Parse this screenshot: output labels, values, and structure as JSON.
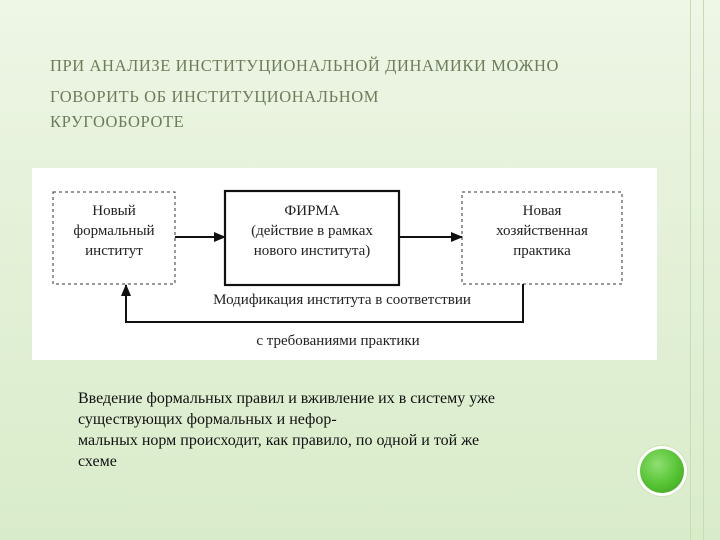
{
  "title": {
    "line1": "ПРИ АНАЛИЗЕ ИНСТИТУЦИОНАЛЬНОЙ ДИНАМИКИ МОЖНО",
    "line2": "ГОВОРИТЬ ОБ ИНСТИТУЦИОНАЛЬНОМ",
    "line3": "КРУГООБОРОТЕ"
  },
  "diagram": {
    "left_box": [
      "Новый",
      "формальный",
      "институт"
    ],
    "center_box": [
      "ФИРМА",
      "(действие в рамках",
      "нового института)"
    ],
    "right_box": [
      "Новая",
      "хозяйственная",
      "практика"
    ],
    "feedback_label_top": "Модификация института в соответствии",
    "feedback_label_bottom": "с требованиями практики"
  },
  "body": {
    "line1": "Введение формальных правил и вживление их в систему уже",
    "line2": "существующих формальных и нефор-",
    "line3": "мальных норм происходит, как правило, по одной и той же",
    "line4": "схеме"
  },
  "colors": {
    "title": "#6b7d5a",
    "accent_dot": "#55c232",
    "background": "#e4f1d8"
  }
}
